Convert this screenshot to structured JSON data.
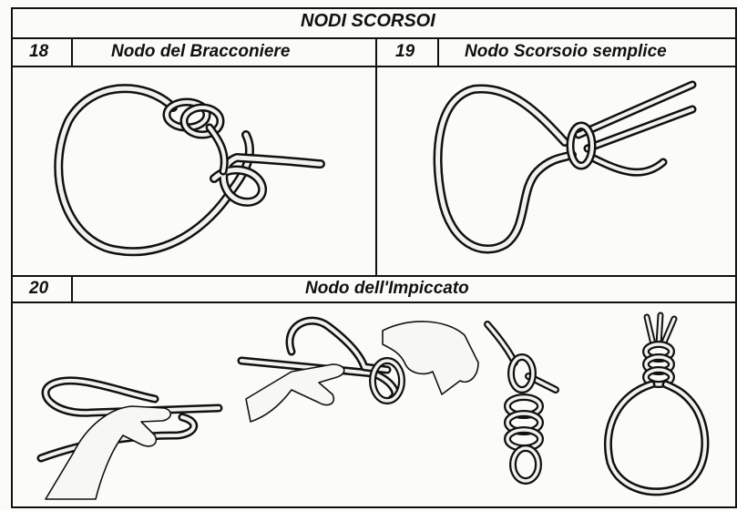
{
  "title": "NODI SCORSOI",
  "panels": [
    {
      "number": "18",
      "name": "Nodo del Bracconiere"
    },
    {
      "number": "19",
      "name": "Nodo Scorsoio semplice"
    },
    {
      "number": "20",
      "name": "Nodo dell'Impiccato"
    }
  ],
  "colors": {
    "ink": "#111111",
    "paper": "#fbfbf8",
    "rope": "#f3f3ee"
  }
}
